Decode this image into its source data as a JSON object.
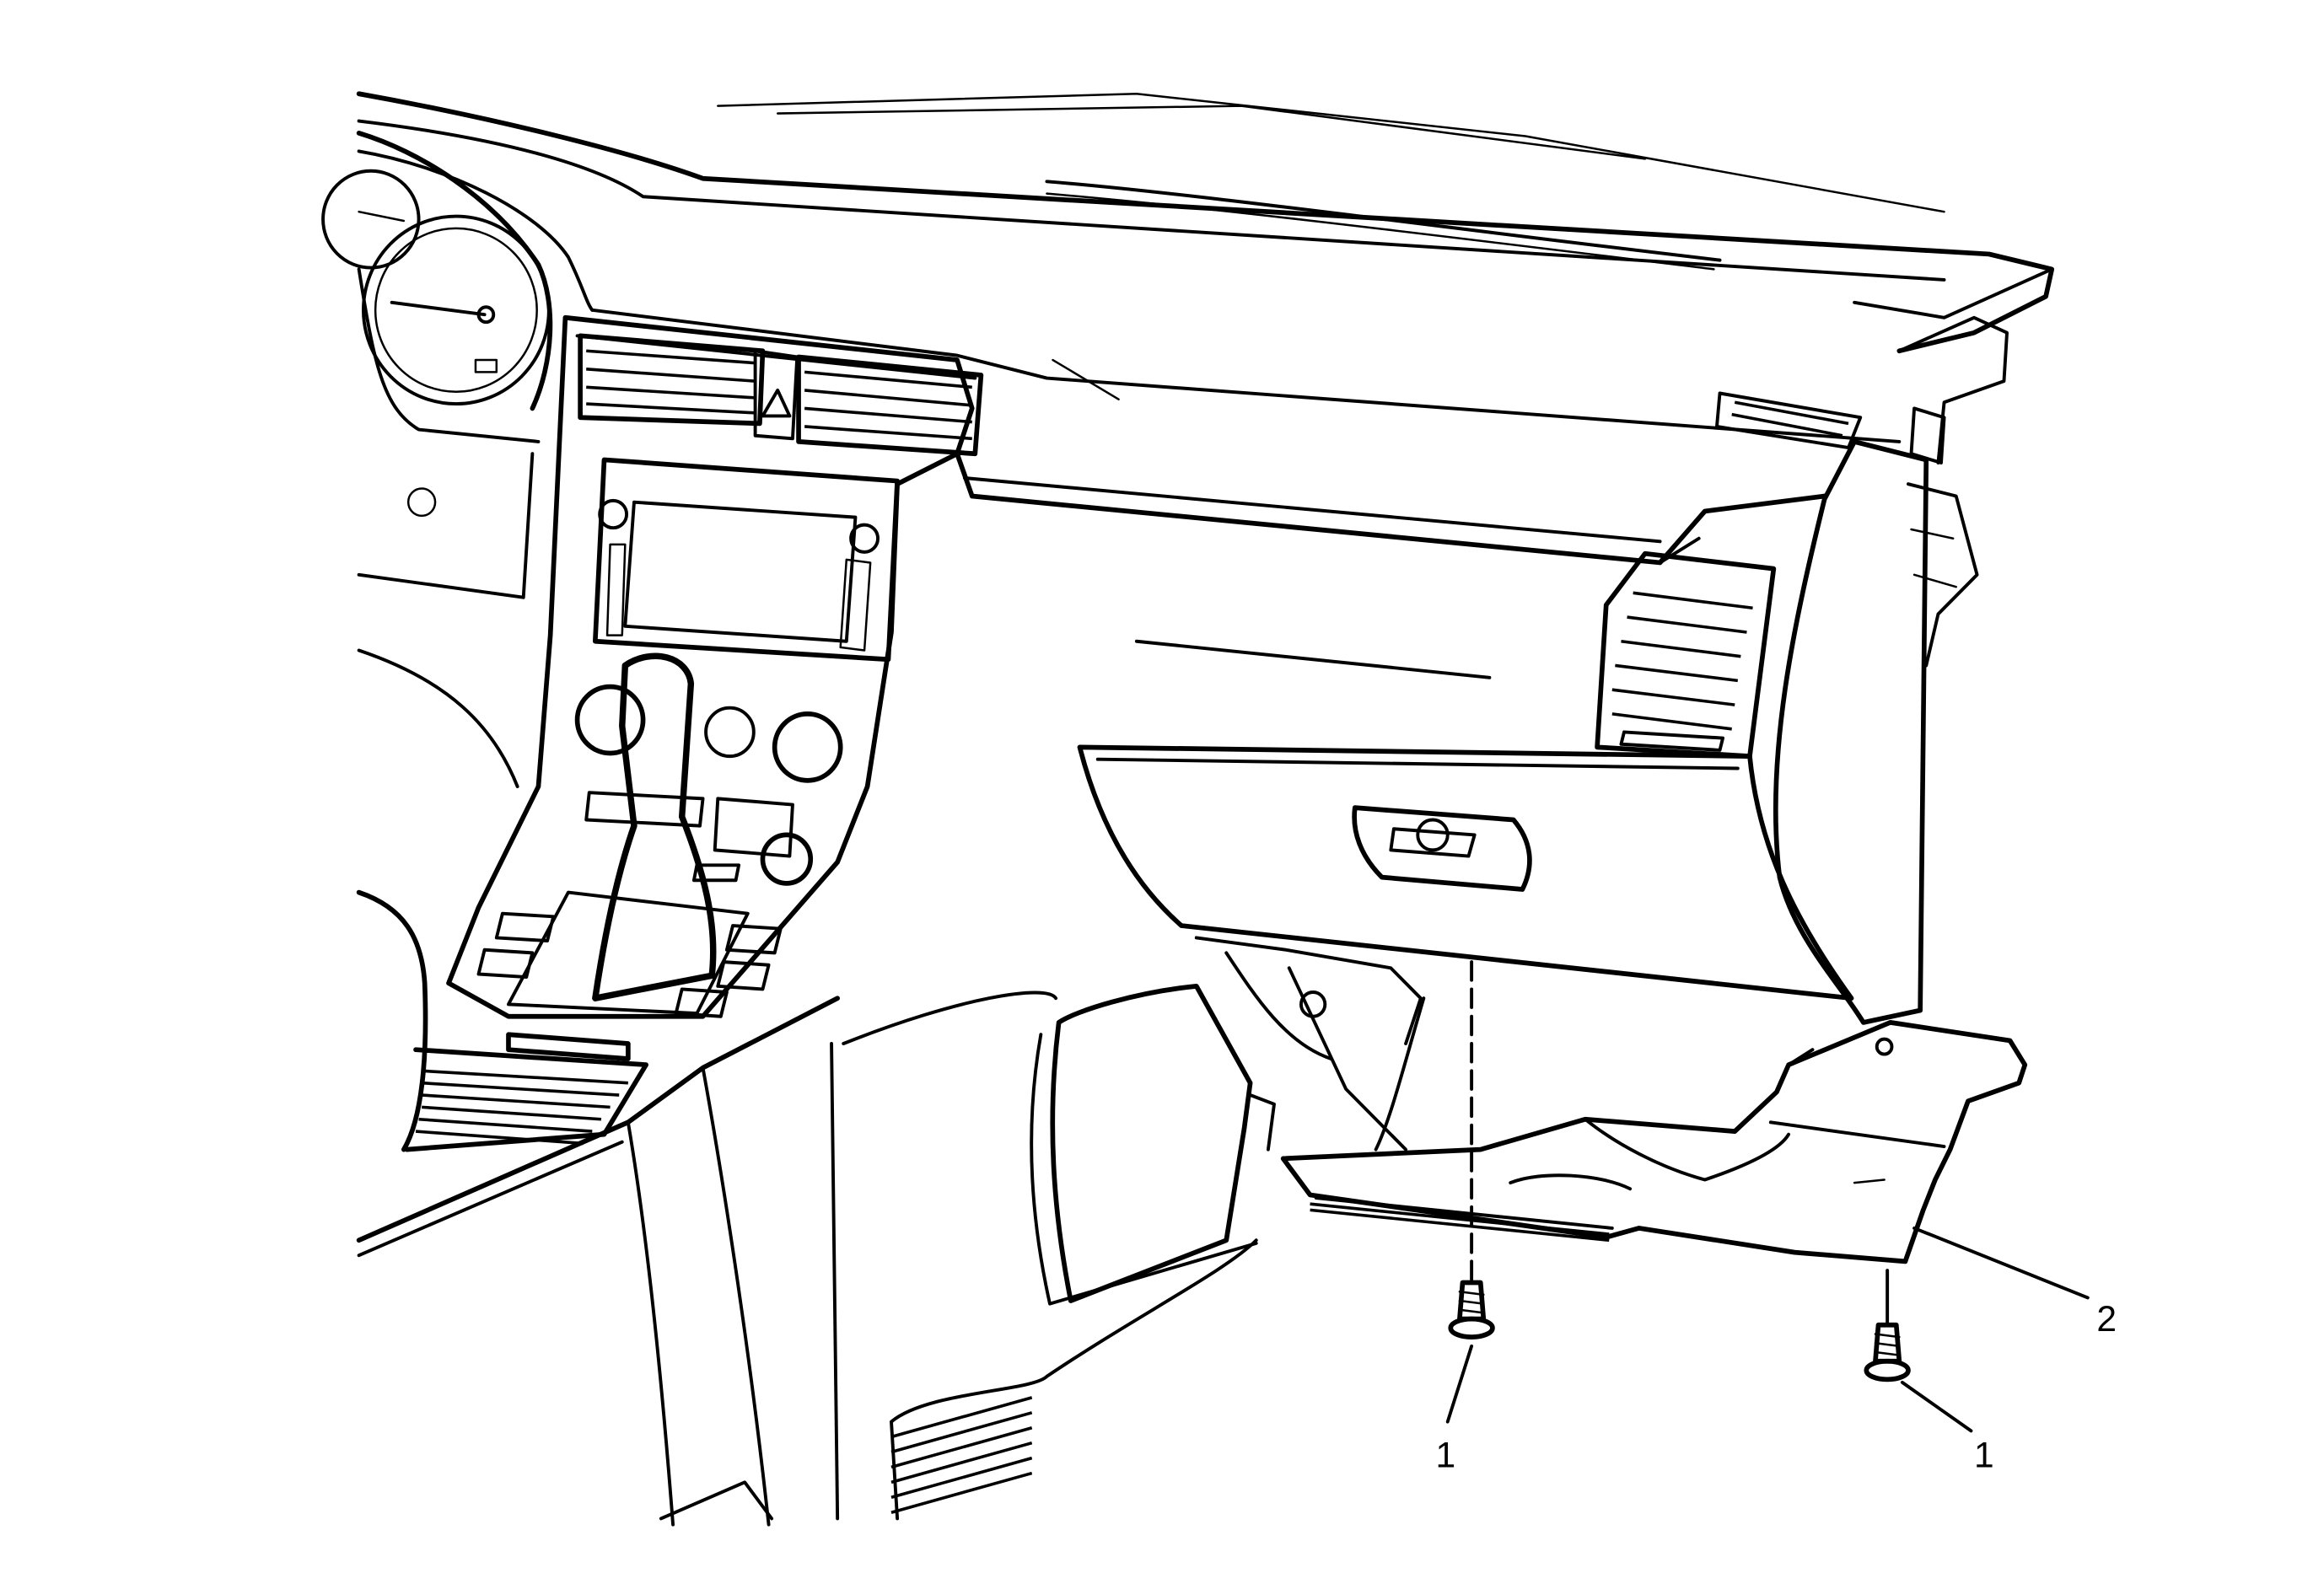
{
  "figure": {
    "callouts": [
      {
        "id": "fastener-left",
        "label": "1"
      },
      {
        "id": "fastener-right",
        "label": "1"
      },
      {
        "id": "knee-bolster-panel",
        "label": "2"
      }
    ]
  }
}
